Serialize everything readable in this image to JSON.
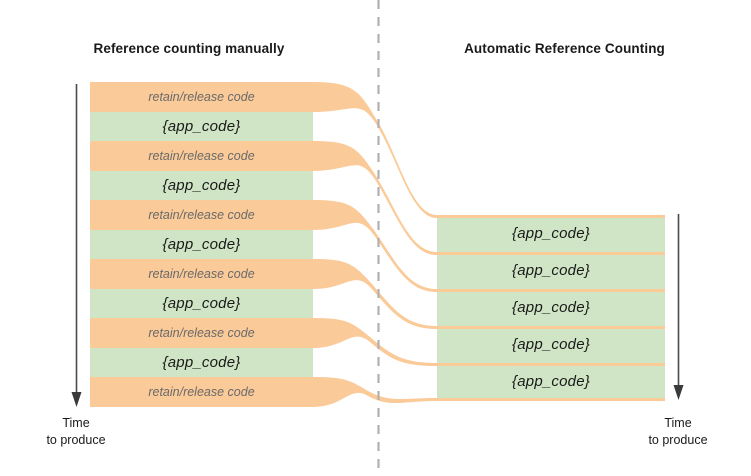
{
  "diagram": {
    "title_left": "Reference counting manually",
    "title_right": "Automatic Reference Counting",
    "labels": {
      "retain": "retain/release code",
      "app": "{app_code}"
    },
    "axis": {
      "left_line1": "Time",
      "left_line2": "to produce",
      "right_line1": "Time",
      "right_line2": "to produce"
    },
    "left_stack": [
      {
        "type": "retain",
        "label": "retain/release code"
      },
      {
        "type": "app",
        "label": "{app_code}"
      },
      {
        "type": "retain",
        "label": "retain/release code"
      },
      {
        "type": "app",
        "label": "{app_code}"
      },
      {
        "type": "retain",
        "label": "retain/release code"
      },
      {
        "type": "app",
        "label": "{app_code}"
      },
      {
        "type": "retain",
        "label": "retain/release code"
      },
      {
        "type": "app",
        "label": "{app_code}"
      },
      {
        "type": "retain",
        "label": "retain/release code"
      },
      {
        "type": "app",
        "label": "{app_code}"
      },
      {
        "type": "retain",
        "label": "retain/release code"
      }
    ],
    "right_stack": [
      {
        "type": "app",
        "label": "{app_code}"
      },
      {
        "type": "app",
        "label": "{app_code}"
      },
      {
        "type": "app",
        "label": "{app_code}"
      },
      {
        "type": "app",
        "label": "{app_code}"
      },
      {
        "type": "app",
        "label": "{app_code}"
      }
    ],
    "colors": {
      "retain": "#fbca99",
      "app": "#cfe5c5",
      "divider": "#b0b0b0",
      "arrow": "#4a4a4a",
      "text": "#1a1a1a",
      "retain_text": "#6a6a6a",
      "background": "#ffffff"
    }
  }
}
